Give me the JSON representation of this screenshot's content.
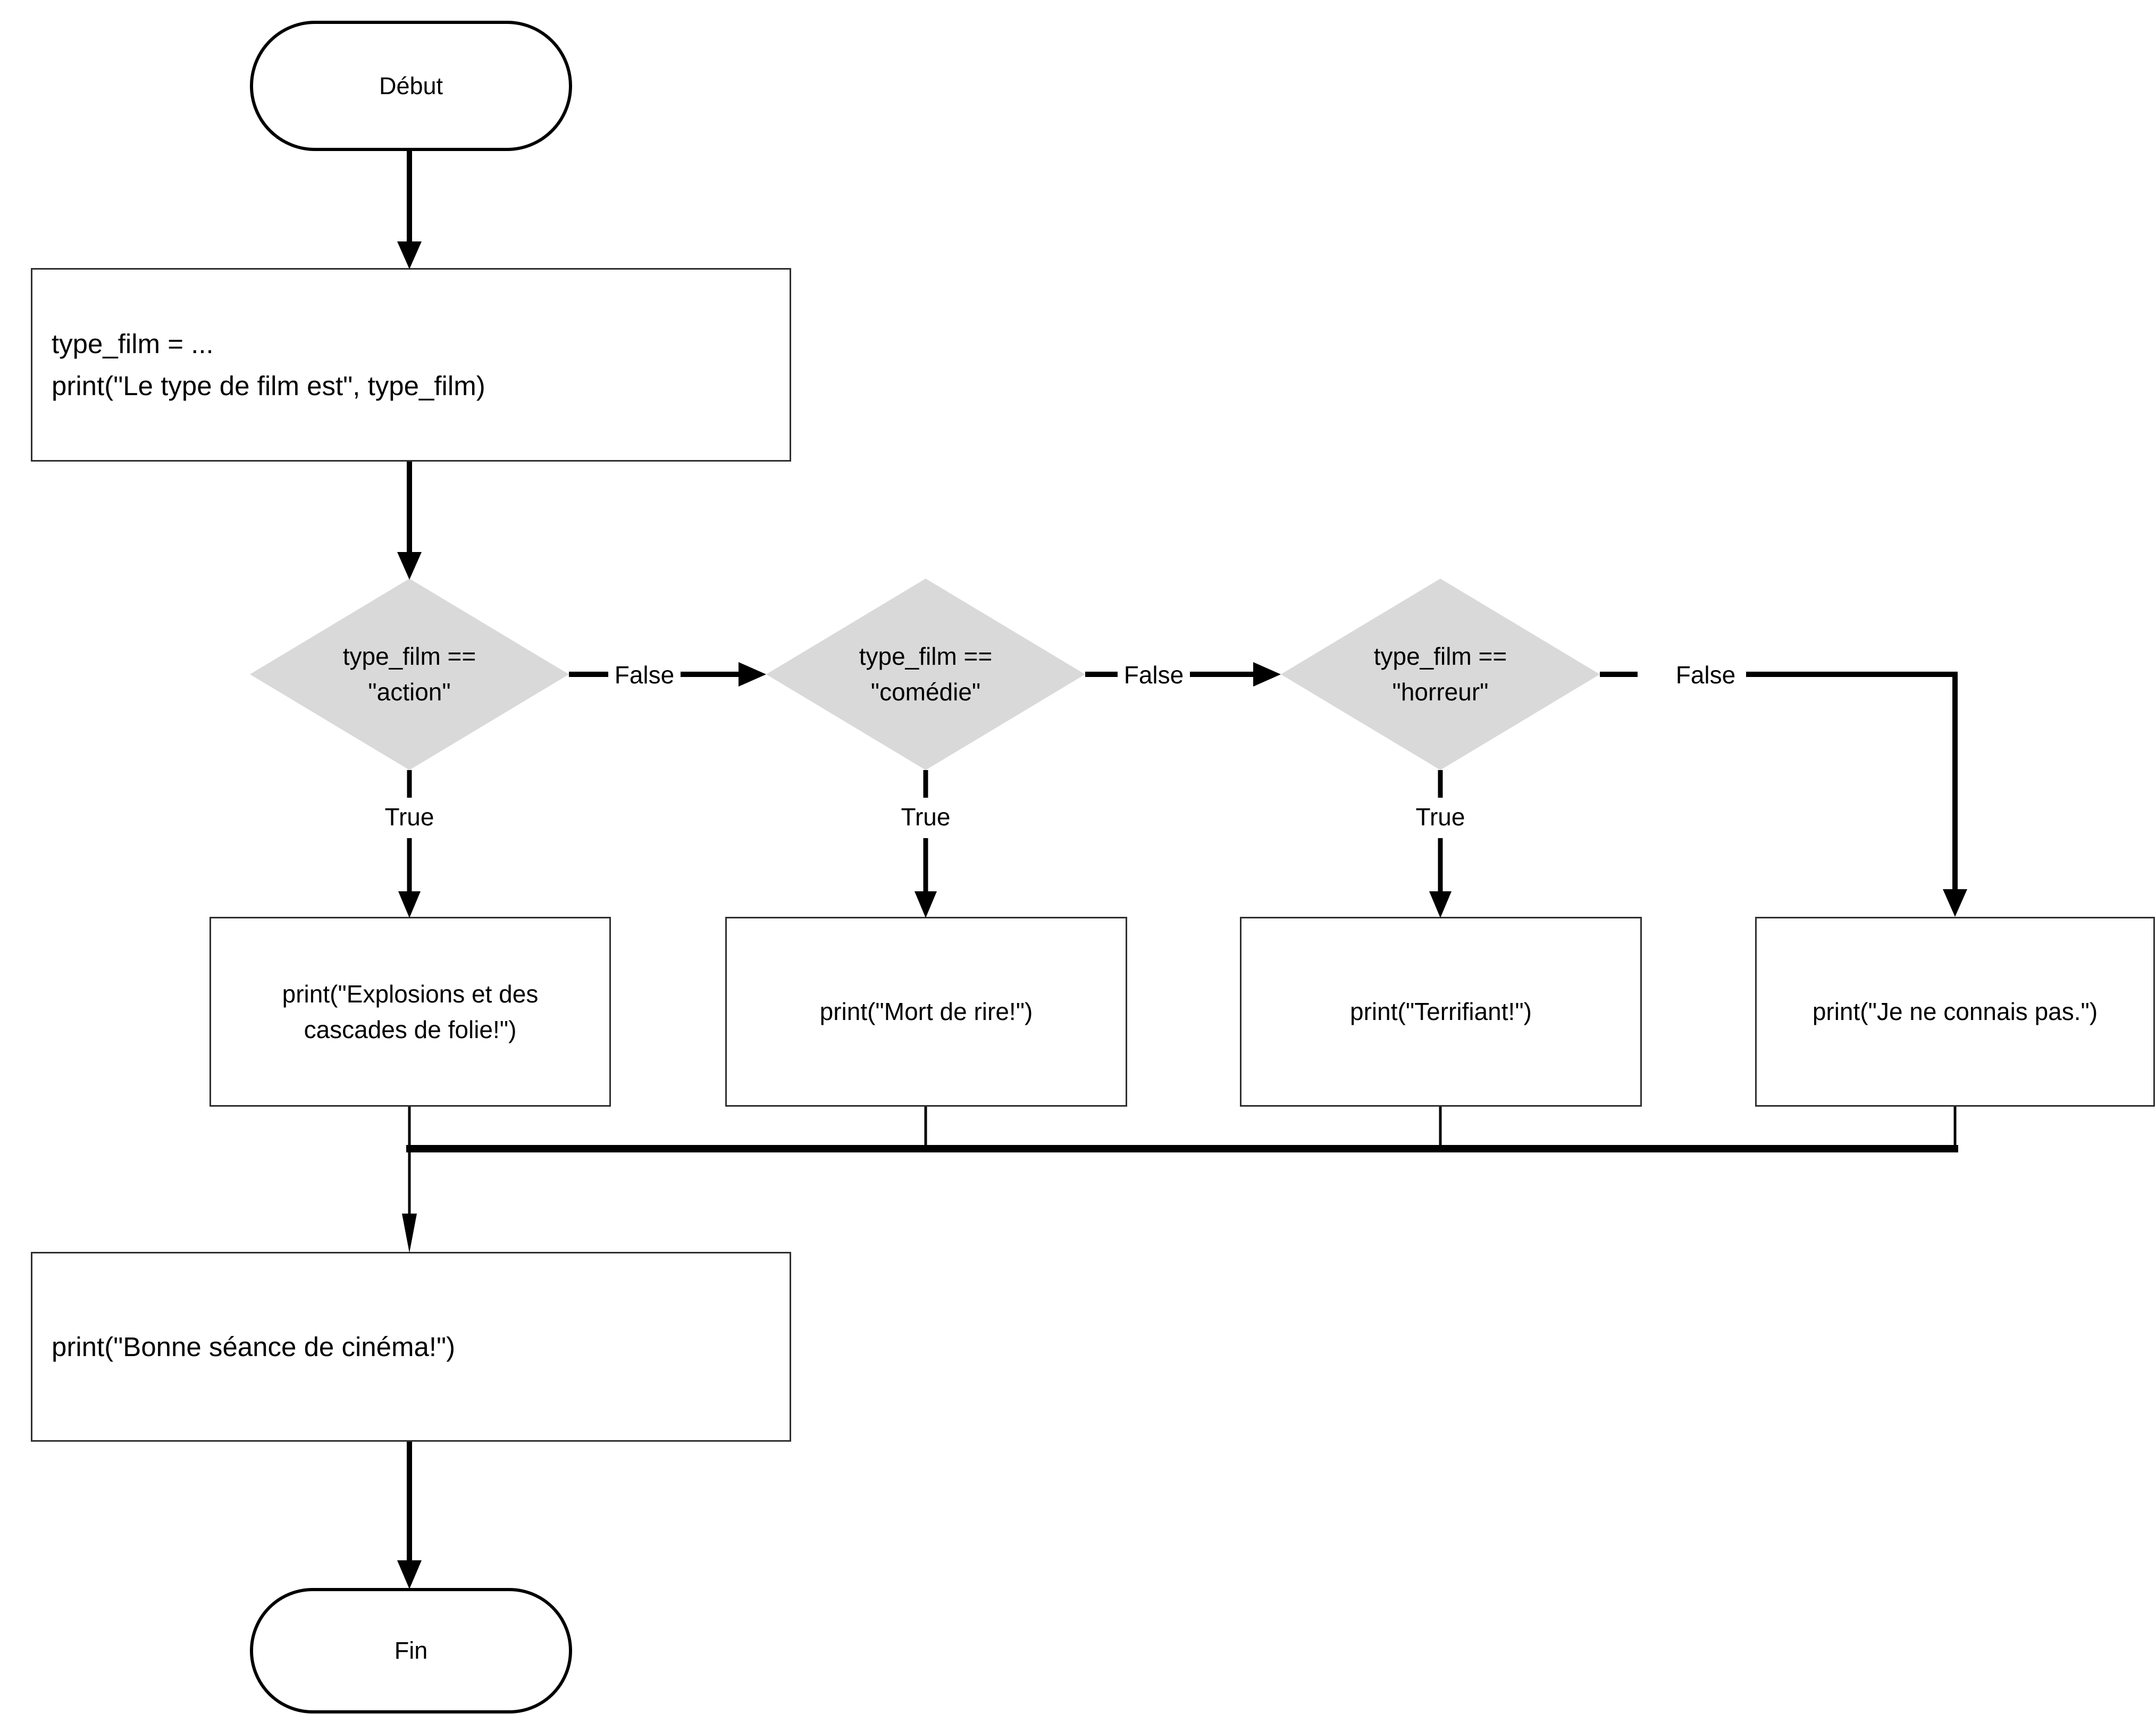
{
  "flowchart": {
    "start": {
      "label": "Début"
    },
    "init_block": {
      "line1": "type_film = ...",
      "line2": "print(\"Le type de film est\", type_film)"
    },
    "decisions": [
      {
        "condition_line1": "type_film ==",
        "condition_line2": "\"action\"",
        "true_label": "True",
        "false_label": "False",
        "true_result": "print(\"Explosions et des cascades de folie!\")"
      },
      {
        "condition_line1": "type_film ==",
        "condition_line2": "\"comédie\"",
        "true_label": "True",
        "false_label": "False",
        "true_result": "print(\"Mort de rire!\")"
      },
      {
        "condition_line1": "type_film ==",
        "condition_line2": "\"horreur\"",
        "true_label": "True",
        "false_label": "False",
        "true_result": "print(\"Terrifiant!\")"
      }
    ],
    "else_result": "print(\"Je ne connais pas.\")",
    "final_block": "print(\"Bonne séance de cinéma!\")",
    "end": {
      "label": "Fin"
    },
    "colors": {
      "decision_fill": "#d9d9d9",
      "line_color": "#000000",
      "node_border": "#000000",
      "background": "#ffffff"
    }
  }
}
